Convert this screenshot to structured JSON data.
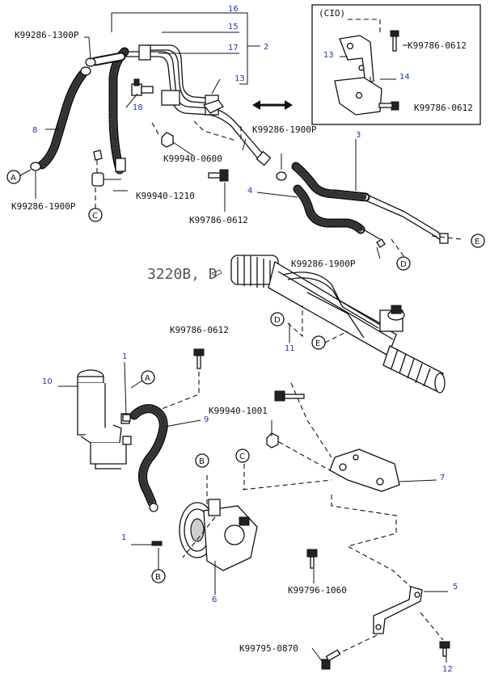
{
  "diagram": {
    "variant_label": "3220B, D",
    "inset_label": "(CIO)",
    "part_codes": {
      "k99286_1300p": "K99286-1300P",
      "k99286_1900p_left": "K99286-1900P",
      "k99286_1900p_mid": "K99286-1900P",
      "k99286_1900p_rack": "K99286-1900P",
      "k99940_0600": "K99940-0600",
      "k99940_1210": "K99940-1210",
      "k99786_0612_upper": "K99786-0612",
      "k99786_0612_inset_a": "K99786-0612",
      "k99786_0612_inset_b": "K99786-0612",
      "k99786_0612_res": "K99786-0612",
      "k99940_1001": "K99940-1001",
      "k99796_1060": "K99796-1060",
      "k99795_0870": "K99795-0870"
    },
    "callout_numbers": {
      "n16": "16",
      "n15": "15",
      "n17": "17",
      "n2": "2",
      "n13": "13",
      "n18": "18",
      "n8": "8",
      "n3": "3",
      "n4": "4",
      "n13_inset": "13",
      "n14": "14",
      "n11": "11",
      "n1_top": "1",
      "n10": "10",
      "n9": "9",
      "n7": "7",
      "n1_bottom": "1",
      "n6": "6",
      "n5": "5",
      "n12": "12"
    },
    "connection_markers": {
      "a_left": "A",
      "a_res": "A",
      "b_pump": "B",
      "b_bottom": "B",
      "c_left": "C",
      "c_pump": "C",
      "d_rack": "D",
      "d_line": "D",
      "e_rack": "E",
      "e_line": "E"
    }
  }
}
